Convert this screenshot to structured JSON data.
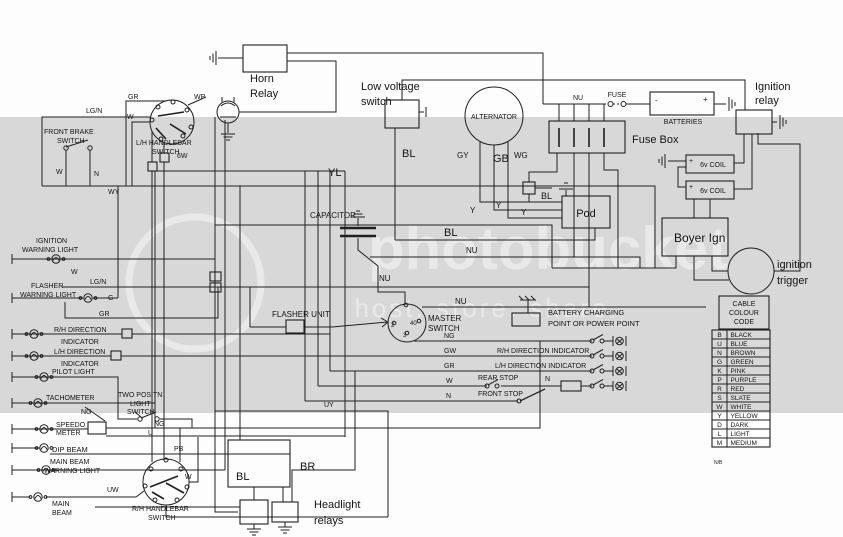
{
  "watermark": {
    "brand": "photobucket",
    "tagline": "host. store. share.",
    "band_color": "#d8d8d8",
    "text_color": "#e9e9e9"
  },
  "colors": {
    "wire": "#1f1f1f",
    "text": "#141414",
    "background": "#fdfdfd"
  },
  "components": {
    "horn_relay": {
      "line1": "Horn",
      "line2": "Relay"
    },
    "low_voltage_switch": {
      "line1": "Low voltage",
      "line2": "switch"
    },
    "alternator": {
      "label": "ALTERNATOR"
    },
    "fuse": {
      "label": "FUSE"
    },
    "batteries": {
      "label": "BATTERIES",
      "plus": "+",
      "minus": "-"
    },
    "fuse_box": {
      "label": "Fuse Box"
    },
    "ignition_relay": {
      "line1": "Ignition",
      "line2": "relay"
    },
    "coil_upper": {
      "label": "6v COIL",
      "polarity": "+"
    },
    "coil_lower": {
      "label": "6v COIL",
      "polarity": "+"
    },
    "pod": {
      "label": "Pod"
    },
    "boyer": {
      "label": "Boyer Ign"
    },
    "ignition_trigger": {
      "line1": "ignition",
      "line2": "trigger"
    },
    "capacitor": {
      "label": "CAPACITOR"
    },
    "flasher_unit": {
      "label": "FLASHER UNIT"
    },
    "master_switch": {
      "line1": "MASTER",
      "line2": "SWITCH",
      "terminal_2": "2",
      "terminal_40": "40",
      "terminal_3": "3"
    },
    "battery_charging_point": {
      "line1": "BATTERY CHARGING",
      "line2": "POINT OR POWER POINT"
    },
    "lh_handlebar_switch": {
      "line1": "L/H HANDLEBAR",
      "line2": "SWITCH"
    },
    "front_brake_switch": {
      "line1": "FRONT BRAKE",
      "line2": "SWITCH"
    },
    "two_position_light_switch": {
      "line1": "TWO POSITN",
      "line2": "LIGHT",
      "line3": "SWITCH"
    },
    "rh_handlebar_switch": {
      "line1": "R/H HANDLEBAR",
      "line2": "SWITCH"
    },
    "headlight_relays": {
      "line1": "Headlight",
      "line2": "relays"
    }
  },
  "indicators": {
    "ignition_warning": {
      "line1": "IGNITION",
      "line2": "WARNING LIGHT"
    },
    "flasher_warning": {
      "line1": "FLASHER",
      "line2": "WARNING LIGHT"
    },
    "rh_direction": {
      "line1": "R/H DIRECTION",
      "line2": "INDICATOR"
    },
    "lh_direction": {
      "line1": "L/H DIRECTION",
      "line2": "INDICATOR"
    },
    "pilot_light": "PILOT LIGHT",
    "tachometer": "TACHOMETER",
    "speedo": {
      "line1": "SPEEDO",
      "line2": "METER"
    },
    "dip_beam": "DIP BEAM",
    "main_beam_warning": {
      "line1": "MAIN BEAM",
      "line2": "WARNING LIGHT"
    },
    "main_beam": {
      "line1": "MAIN",
      "line2": "BEAM"
    },
    "rh_direction_right": "R/H DIRECTION INDICATOR",
    "lh_direction_right": "L/H DIRECTION INDICATOR",
    "rear_stop": "REAR STOP",
    "front_stop": "FRONT STOP"
  },
  "wire_codes": {
    "gr": "GR",
    "wp": "WP",
    "lgn": "LG/N",
    "w": "W",
    "n": "N",
    "wy": "WY",
    "yl": "YL",
    "bl": "BL",
    "gy": "GY",
    "gb": "GB",
    "wg": "WG",
    "y": "Y",
    "nu": "NU",
    "ng": "NG",
    "u": "U",
    "pb": "PB",
    "uw": "UW",
    "uy": "UY",
    "gw": "GW",
    "g": "G",
    "br": "BR",
    "sw6": "6W"
  },
  "cable_colour_code": {
    "title": [
      "CABLE",
      "COLOUR",
      "CODE"
    ],
    "rows": [
      {
        "code": "B",
        "colour": "BLACK"
      },
      {
        "code": "U",
        "colour": "BLUE"
      },
      {
        "code": "N",
        "colour": "BROWN"
      },
      {
        "code": "G",
        "colour": "GREEN"
      },
      {
        "code": "K",
        "colour": "PINK"
      },
      {
        "code": "P",
        "colour": "PURPLE"
      },
      {
        "code": "R",
        "colour": "RED"
      },
      {
        "code": "S",
        "colour": "SLATE"
      },
      {
        "code": "W",
        "colour": "WHITE"
      },
      {
        "code": "Y",
        "colour": "YELLOW"
      },
      {
        "code": "D",
        "colour": "DARK"
      },
      {
        "code": "L",
        "colour": "LIGHT"
      },
      {
        "code": "M",
        "colour": "MEDIUM"
      }
    ],
    "footnote": "N/B"
  }
}
